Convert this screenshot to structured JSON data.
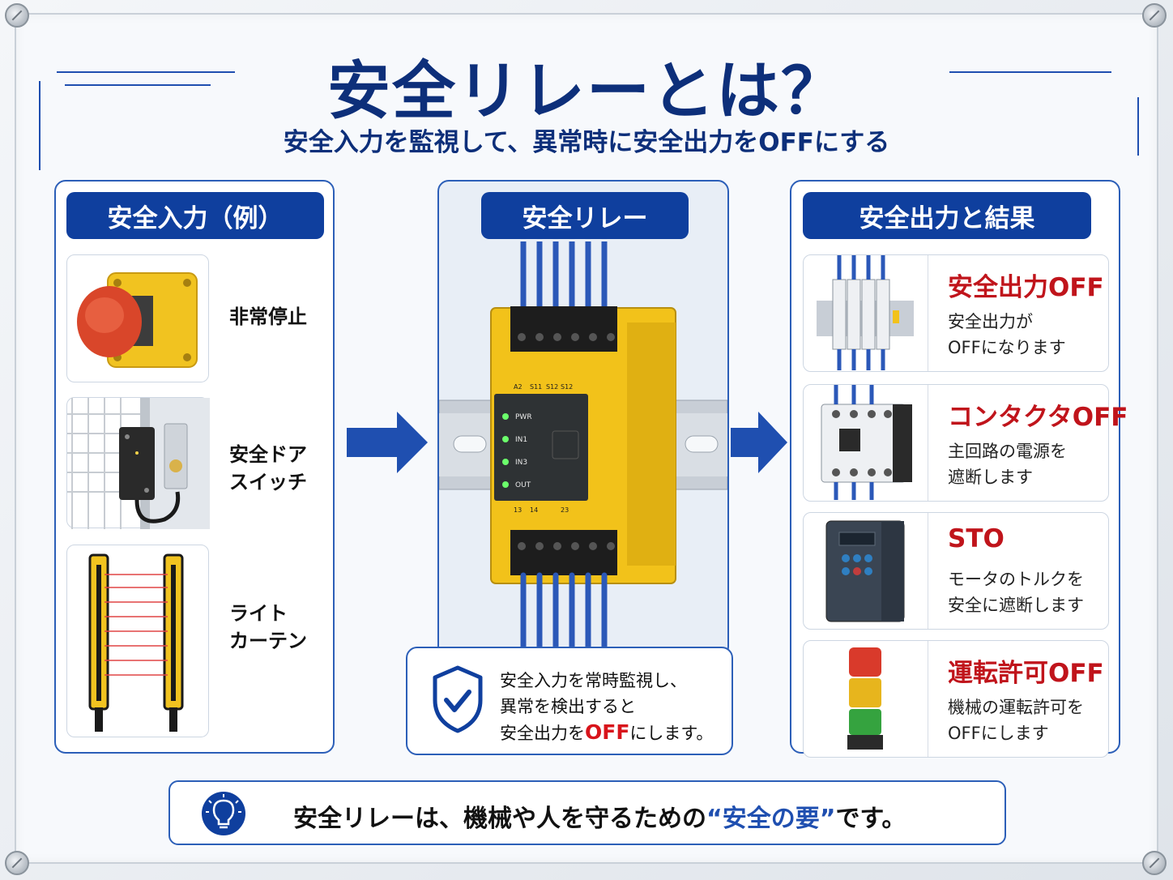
{
  "title": "安全リレーとは？",
  "subtitle": "安全入力を監視して、異常時に安全出力をOFFにする",
  "input_panel": {
    "heading": "安全入力（例）",
    "items": [
      {
        "label_lines": [
          "非常停止"
        ]
      },
      {
        "label_lines": [
          "安全ドア",
          "スイッチ"
        ]
      },
      {
        "label_lines": [
          "ライト",
          "カーテン"
        ]
      }
    ]
  },
  "relay_panel": {
    "heading": "安全リレー",
    "terminal_top": [
      "A2",
      "S11",
      "S12",
      "S12"
    ],
    "leds": [
      "PWR",
      "IN1",
      "IN3",
      "OUT"
    ],
    "terminal_bottom": [
      "13",
      "14",
      "23"
    ],
    "note": {
      "line1": "安全入力を常時監視し、",
      "line2": "異常を検出すると",
      "line3_prefix": "安全出力を",
      "line3_highlight": "OFF",
      "line3_suffix": "にします。"
    }
  },
  "output_panel": {
    "heading": "安全出力と結果",
    "items": [
      {
        "title": "安全出力OFF",
        "desc1": "安全出力が",
        "desc2": "OFFになります"
      },
      {
        "title": "コンタクタOFF",
        "desc1": "主回路の電源を",
        "desc2": "遮断します"
      },
      {
        "title": "STO",
        "desc1": "モータのトルクを",
        "desc2": "安全に遮断します"
      },
      {
        "title": "運転許可OFF",
        "desc1": "機械の運転許可を",
        "desc2": "OFFにします"
      }
    ]
  },
  "bottom": {
    "prefix": "安全リレーは、機械や人を守るための",
    "highlight": "“安全の要”",
    "suffix": "です。"
  },
  "colors": {
    "navy": "#0f3f9e",
    "title_navy": "#0d2f7a",
    "red": "#c0141b",
    "arrow_blue": "#1f4fb0",
    "relay_yellow": "#f2c21a"
  }
}
